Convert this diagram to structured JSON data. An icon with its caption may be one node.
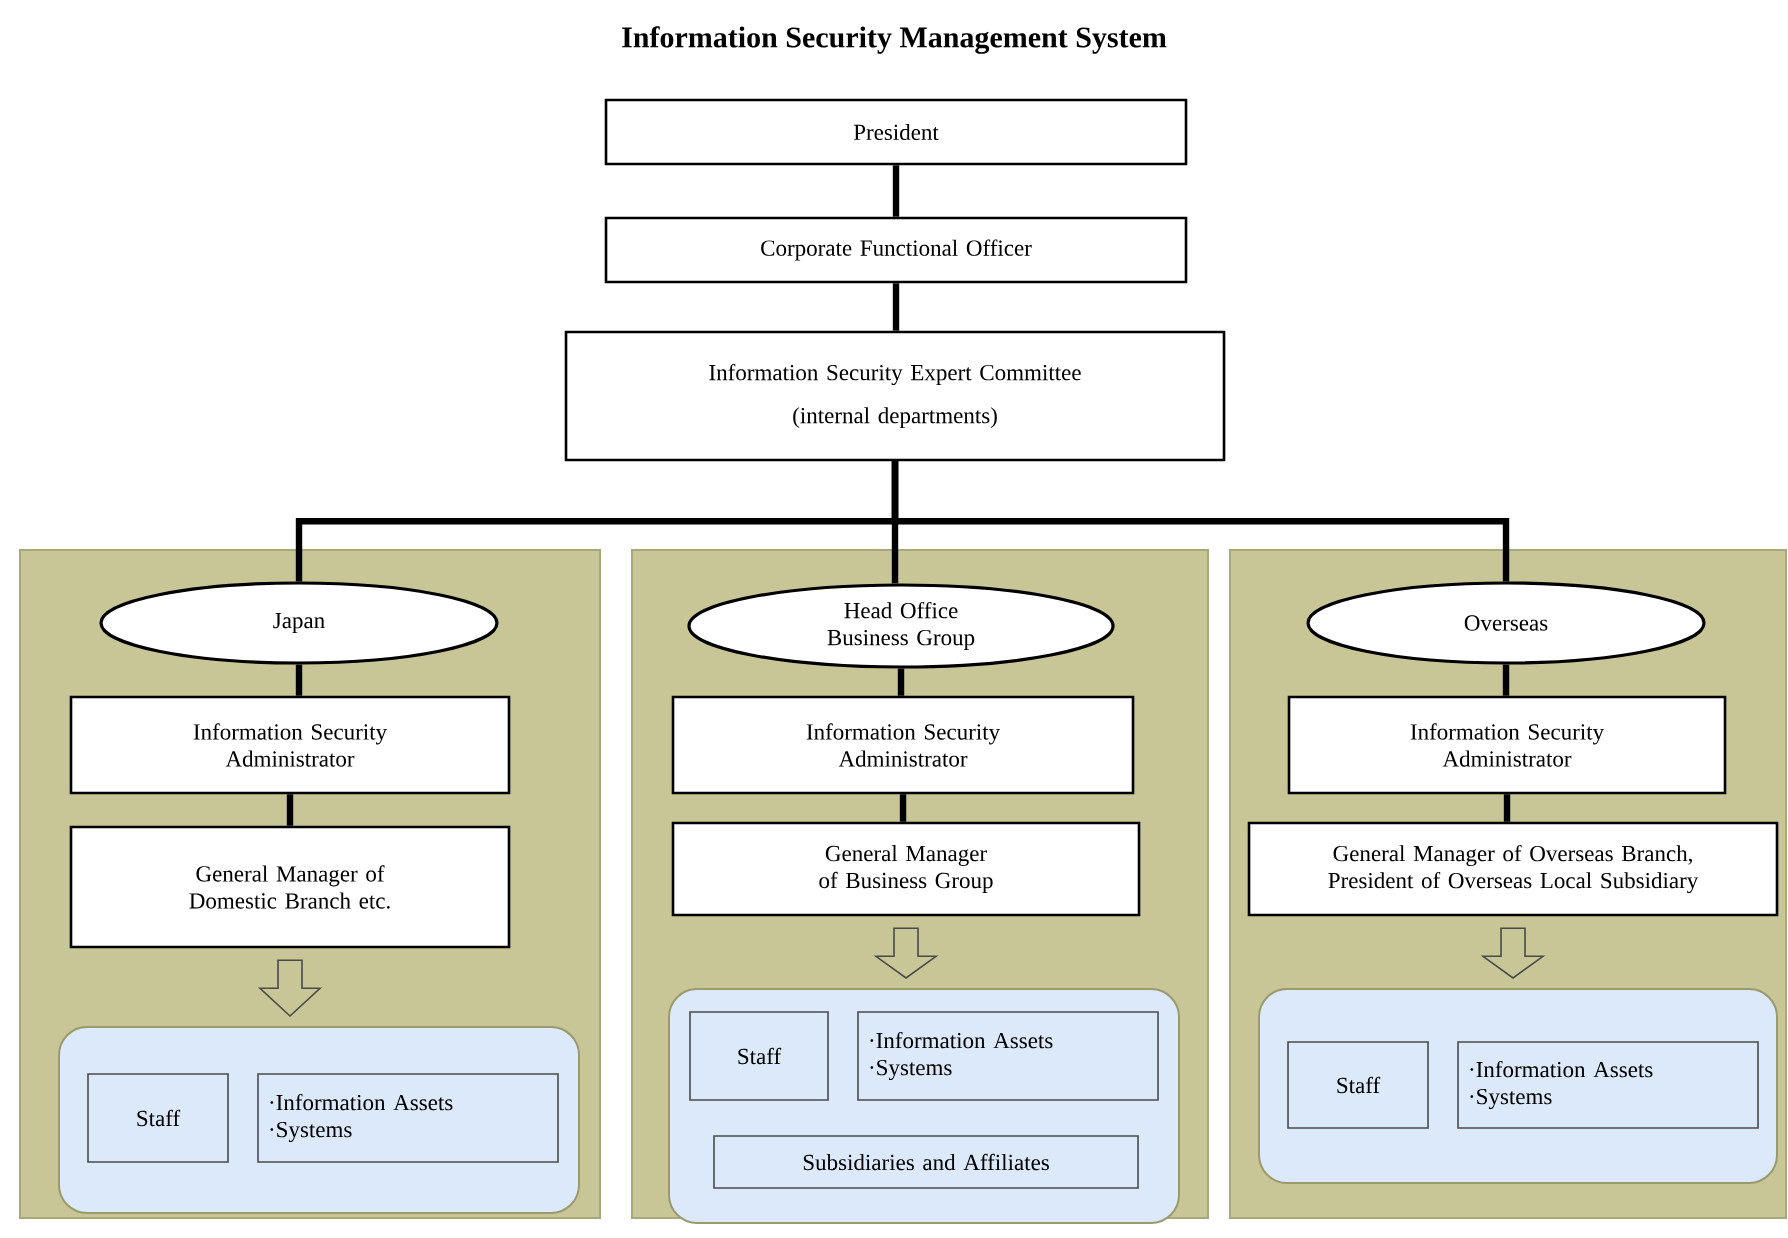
{
  "diagram": {
    "title": "Information Security Management System",
    "nodes": [
      {
        "text": [
          "President"
        ]
      },
      {
        "text": [
          "Corporate Functional Officer"
        ]
      },
      {
        "text": [
          "Information Security Expert Committee",
          "(internal departments)"
        ]
      },
      {
        "text": [],
        "shape": "box"
      },
      {
        "text": [],
        "shape": "box"
      },
      {
        "text": [],
        "shape": "box"
      },
      {
        "text": [
          "Japan"
        ],
        "in": 3
      },
      {
        "text": [
          "Information Security Administrator"
        ],
        "in": 3
      },
      {
        "text": [
          "General Manager of Domestic Branch etc."
        ],
        "in": 3
      },
      {
        "text": [],
        "shape": "box",
        "in": 3
      },
      {
        "text": [
          "Staff"
        ],
        "in": 9
      },
      {
        "text": [
          "·Information Assets",
          "·Systems"
        ],
        "in": 9
      },
      {
        "text": [
          "Head Office Business Group"
        ],
        "in": 4
      },
      {
        "text": [
          "Information Security Administrator"
        ],
        "in": 4
      },
      {
        "text": [
          "General Manager of Business Group"
        ],
        "in": 4
      },
      {
        "text": [],
        "shape": "box",
        "in": 4
      },
      {
        "text": [
          "Staff"
        ],
        "in": 15
      },
      {
        "text": [
          "·Information Assets",
          "·Systems"
        ],
        "in": 15
      },
      {
        "text": [
          "Subsidiaries and Affiliates"
        ],
        "in": 15
      },
      {
        "text": [
          "Overseas"
        ],
        "in": 5
      },
      {
        "text": [
          "Information Security Administrator"
        ],
        "in": 5
      },
      {
        "text": [
          "General Manager of Overseas Branch, President of Overseas Local Subsidiary"
        ],
        "in": 5
      },
      {
        "text": [],
        "shape": "box",
        "in": 5
      },
      {
        "text": [
          "Staff"
        ],
        "in": 22
      },
      {
        "text": [
          "·Information Assets",
          "·Systems"
        ],
        "in": 22
      }
    ],
    "edges": [
      {
        "from": 0,
        "to": 1,
        "arrow": "none"
      },
      {
        "from": 1,
        "to": 2,
        "arrow": "none"
      },
      {
        "from": 2,
        "to": 6,
        "arrow": "none"
      },
      {
        "from": 2,
        "to": 12,
        "arrow": "none"
      },
      {
        "from": 2,
        "to": 19,
        "arrow": "none"
      },
      {
        "from": 6,
        "to": 7,
        "arrow": "none"
      },
      {
        "from": 7,
        "to": 8,
        "arrow": "none"
      },
      {
        "from": 8,
        "to": 9,
        "arrow": "to"
      },
      {
        "from": 12,
        "to": 13,
        "arrow": "none"
      },
      {
        "from": 13,
        "to": 14,
        "arrow": "none"
      },
      {
        "from": 14,
        "to": 15,
        "arrow": "to"
      },
      {
        "from": 19,
        "to": 20,
        "arrow": "none"
      },
      {
        "from": 20,
        "to": 21,
        "arrow": "none"
      },
      {
        "from": 21,
        "to": 22,
        "arrow": "to"
      }
    ]
  }
}
